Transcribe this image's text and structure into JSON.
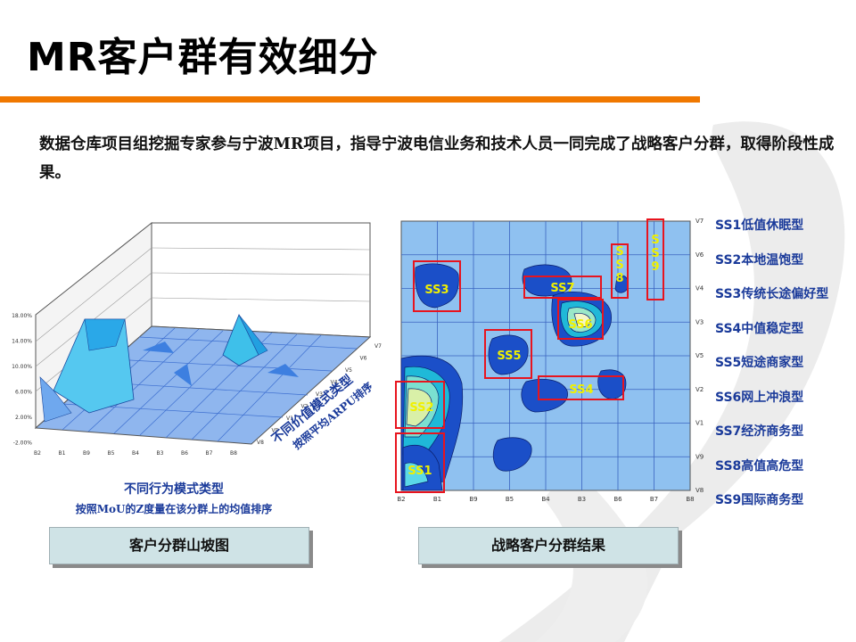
{
  "title": "MR客户群有效细分",
  "intro": "数据仓库项目组挖掘专家参与宁波MR项目，指导宁波电信业务和技术人员一同完成了战略客户分群，取得阶段性成果。",
  "mountain_chart": {
    "y_ticks": [
      "18.00%",
      "14.00%",
      "10.00%",
      "6.00%",
      "2.00%",
      "-2.00%"
    ],
    "x_ticks": [
      "B2",
      "B1",
      "B9",
      "B5",
      "B4",
      "B3",
      "B6",
      "B7",
      "B8"
    ],
    "depth_ticks": [
      "V8",
      "V9",
      "V1",
      "V2",
      "V3",
      "V4",
      "V5",
      "V6",
      "V7"
    ]
  },
  "caption_left": {
    "line1": "不同行为模式类型",
    "line2": "按照MoU的Z度量在该分群上的均值排序"
  },
  "caption_rotated": {
    "line1": "不同价值模式类型",
    "line2": "按照平均ARPU排序"
  },
  "button_left": "客户分群山坡图",
  "button_right": "战略客户分群结果",
  "heatmap": {
    "x_ticks": [
      "B2",
      "B1",
      "B9",
      "B5",
      "B4",
      "B3",
      "B6",
      "B7",
      "B8"
    ],
    "y_ticks": [
      "V7",
      "V6",
      "V4",
      "V3",
      "V5",
      "V2",
      "V1",
      "V9",
      "V8"
    ],
    "segments": [
      {
        "label": "SS1"
      },
      {
        "label": "SS2"
      },
      {
        "label": "SS3"
      },
      {
        "label": "SS4"
      },
      {
        "label": "SS5"
      },
      {
        "label": "SS6"
      },
      {
        "label": "SS7"
      },
      {
        "label": "SS8",
        "vertical": true
      },
      {
        "label": "SS9",
        "vertical": true
      }
    ]
  },
  "legend": [
    "SS1低值休眠型",
    "SS2本地温饱型",
    "SS3传统长途偏好型",
    "SS4中值稳定型",
    "SS5短途商家型",
    "SS6网上冲浪型",
    "SS7经济商务型",
    "SS8高值高危型",
    "SS9国际商务型"
  ],
  "colors": {
    "accent_bar": "#f07800",
    "caption": "#1a3a9a",
    "box": "#e8141e",
    "box_label": "#f0f000"
  }
}
